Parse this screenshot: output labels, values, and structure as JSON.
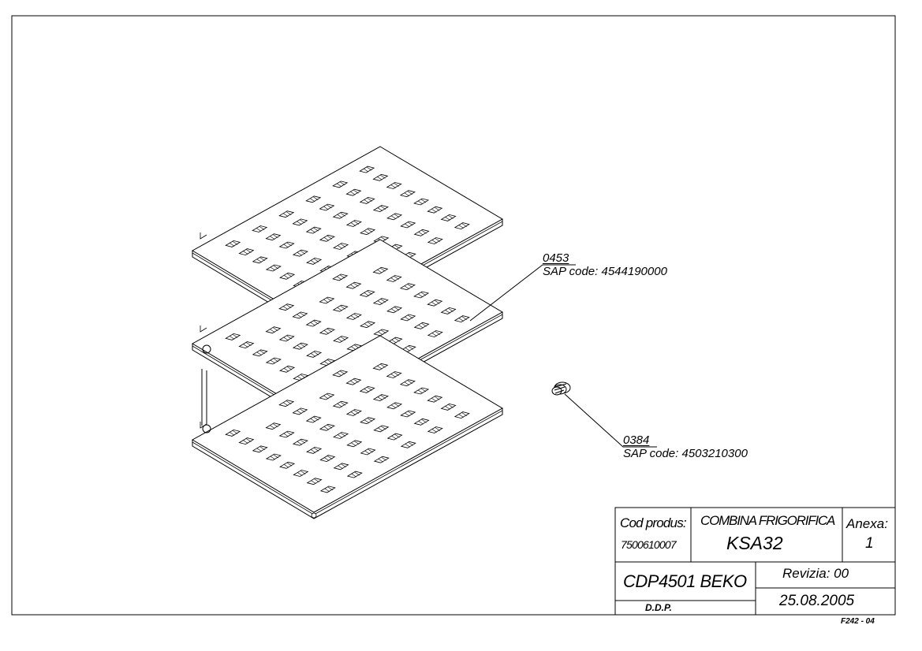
{
  "callouts": [
    {
      "number": "0453",
      "sap": "SAP code: 4544190000"
    },
    {
      "number": "0384",
      "sap": "SAP code: 4503210300"
    }
  ],
  "title_block": {
    "cod_label": "Cod produs:",
    "cod_value": "7500610007",
    "product_type": "COMBINA FRIGORIFICA",
    "model": "KSA32",
    "anexa_label": "Anexa:",
    "anexa_value": "1",
    "document": "CDP4501 BEKO",
    "revizia": "Revizia: 00",
    "department": "D.D.P.",
    "date": "25.08.2005"
  },
  "sheet_code": "F242 - 04",
  "icons": {
    "shelf": "perforated-shelf-icon",
    "plug": "plug-icon"
  }
}
